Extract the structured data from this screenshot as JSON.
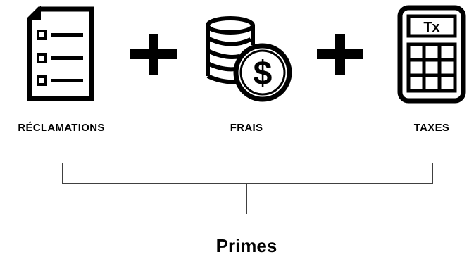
{
  "components": [
    {
      "label": "RÉCLAMATIONS",
      "icon": "checklist-document-icon"
    },
    {
      "label": "FRAIS",
      "icon": "coins-dollar-icon"
    },
    {
      "label": "TAXES",
      "icon": "tax-calculator-icon"
    }
  ],
  "operators": [
    "+",
    "+"
  ],
  "calculator_display": "Tx",
  "currency_symbol": "$",
  "total": {
    "label": "Primes"
  },
  "colors": {
    "ink": "#000000",
    "background": "#ffffff"
  }
}
